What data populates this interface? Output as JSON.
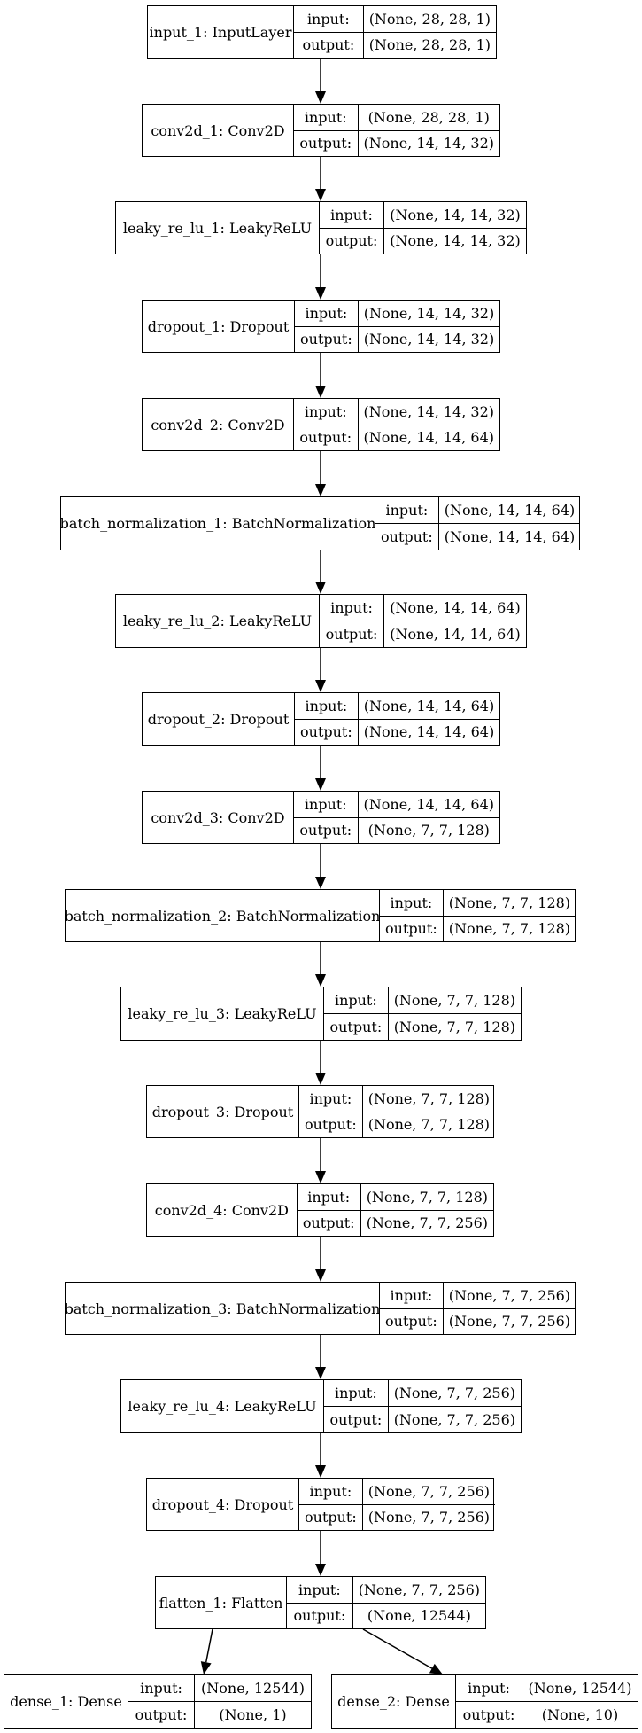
{
  "nodes": [
    {
      "id": "input_1",
      "name": "input_1: InputLayer",
      "input_label": "input:",
      "output_label": "output:",
      "input": "(None, 28, 28, 1)",
      "output": "(None, 28, 28, 1)"
    },
    {
      "id": "conv2d_1",
      "name": "conv2d_1: Conv2D",
      "input_label": "input:",
      "output_label": "output:",
      "input": "(None, 28, 28, 1)",
      "output": "(None, 14, 14, 32)"
    },
    {
      "id": "leaky_re_lu_1",
      "name": "leaky_re_lu_1: LeakyReLU",
      "input_label": "input:",
      "output_label": "output:",
      "input": "(None, 14, 14, 32)",
      "output": "(None, 14, 14, 32)"
    },
    {
      "id": "dropout_1",
      "name": "dropout_1: Dropout",
      "input_label": "input:",
      "output_label": "output:",
      "input": "(None, 14, 14, 32)",
      "output": "(None, 14, 14, 32)"
    },
    {
      "id": "conv2d_2",
      "name": "conv2d_2: Conv2D",
      "input_label": "input:",
      "output_label": "output:",
      "input": "(None, 14, 14, 32)",
      "output": "(None, 14, 14, 64)"
    },
    {
      "id": "batch_normalization_1",
      "name": "batch_normalization_1: BatchNormalization",
      "input_label": "input:",
      "output_label": "output:",
      "input": "(None, 14, 14, 64)",
      "output": "(None, 14, 14, 64)"
    },
    {
      "id": "leaky_re_lu_2",
      "name": "leaky_re_lu_2: LeakyReLU",
      "input_label": "input:",
      "output_label": "output:",
      "input": "(None, 14, 14, 64)",
      "output": "(None, 14, 14, 64)"
    },
    {
      "id": "dropout_2",
      "name": "dropout_2: Dropout",
      "input_label": "input:",
      "output_label": "output:",
      "input": "(None, 14, 14, 64)",
      "output": "(None, 14, 14, 64)"
    },
    {
      "id": "conv2d_3",
      "name": "conv2d_3: Conv2D",
      "input_label": "input:",
      "output_label": "output:",
      "input": "(None, 14, 14, 64)",
      "output": "(None, 7, 7, 128)"
    },
    {
      "id": "batch_normalization_2",
      "name": "batch_normalization_2: BatchNormalization",
      "input_label": "input:",
      "output_label": "output:",
      "input": "(None, 7, 7, 128)",
      "output": "(None, 7, 7, 128)"
    },
    {
      "id": "leaky_re_lu_3",
      "name": "leaky_re_lu_3: LeakyReLU",
      "input_label": "input:",
      "output_label": "output:",
      "input": "(None, 7, 7, 128)",
      "output": "(None, 7, 7, 128)"
    },
    {
      "id": "dropout_3",
      "name": "dropout_3: Dropout",
      "input_label": "input:",
      "output_label": "output:",
      "input": "(None, 7, 7, 128)",
      "output": "(None, 7, 7, 128)"
    },
    {
      "id": "conv2d_4",
      "name": "conv2d_4: Conv2D",
      "input_label": "input:",
      "output_label": "output:",
      "input": "(None, 7, 7, 128)",
      "output": "(None, 7, 7, 256)"
    },
    {
      "id": "batch_normalization_3",
      "name": "batch_normalization_3: BatchNormalization",
      "input_label": "input:",
      "output_label": "output:",
      "input": "(None, 7, 7, 256)",
      "output": "(None, 7, 7, 256)"
    },
    {
      "id": "leaky_re_lu_4",
      "name": "leaky_re_lu_4: LeakyReLU",
      "input_label": "input:",
      "output_label": "output:",
      "input": "(None, 7, 7, 256)",
      "output": "(None, 7, 7, 256)"
    },
    {
      "id": "dropout_4",
      "name": "dropout_4: Dropout",
      "input_label": "input:",
      "output_label": "output:",
      "input": "(None, 7, 7, 256)",
      "output": "(None, 7, 7, 256)"
    },
    {
      "id": "flatten_1",
      "name": "flatten_1: Flatten",
      "input_label": "input:",
      "output_label": "output:",
      "input": "(None, 7, 7, 256)",
      "output": "(None, 12544)"
    },
    {
      "id": "dense_1",
      "name": "dense_1: Dense",
      "input_label": "input:",
      "output_label": "output:",
      "input": "(None, 12544)",
      "output": "(None, 1)"
    },
    {
      "id": "dense_2",
      "name": "dense_2: Dense",
      "input_label": "input:",
      "output_label": "output:",
      "input": "(None, 12544)",
      "output": "(None, 10)"
    }
  ],
  "edges": [
    [
      "input_1",
      "conv2d_1"
    ],
    [
      "conv2d_1",
      "leaky_re_lu_1"
    ],
    [
      "leaky_re_lu_1",
      "dropout_1"
    ],
    [
      "dropout_1",
      "conv2d_2"
    ],
    [
      "conv2d_2",
      "batch_normalization_1"
    ],
    [
      "batch_normalization_1",
      "leaky_re_lu_2"
    ],
    [
      "leaky_re_lu_2",
      "dropout_2"
    ],
    [
      "dropout_2",
      "conv2d_3"
    ],
    [
      "conv2d_3",
      "batch_normalization_2"
    ],
    [
      "batch_normalization_2",
      "leaky_re_lu_3"
    ],
    [
      "leaky_re_lu_3",
      "dropout_3"
    ],
    [
      "dropout_3",
      "conv2d_4"
    ],
    [
      "conv2d_4",
      "batch_normalization_3"
    ],
    [
      "batch_normalization_3",
      "leaky_re_lu_4"
    ],
    [
      "leaky_re_lu_4",
      "dropout_4"
    ],
    [
      "dropout_4",
      "flatten_1"
    ],
    [
      "flatten_1",
      "dense_1"
    ],
    [
      "flatten_1",
      "dense_2"
    ]
  ]
}
